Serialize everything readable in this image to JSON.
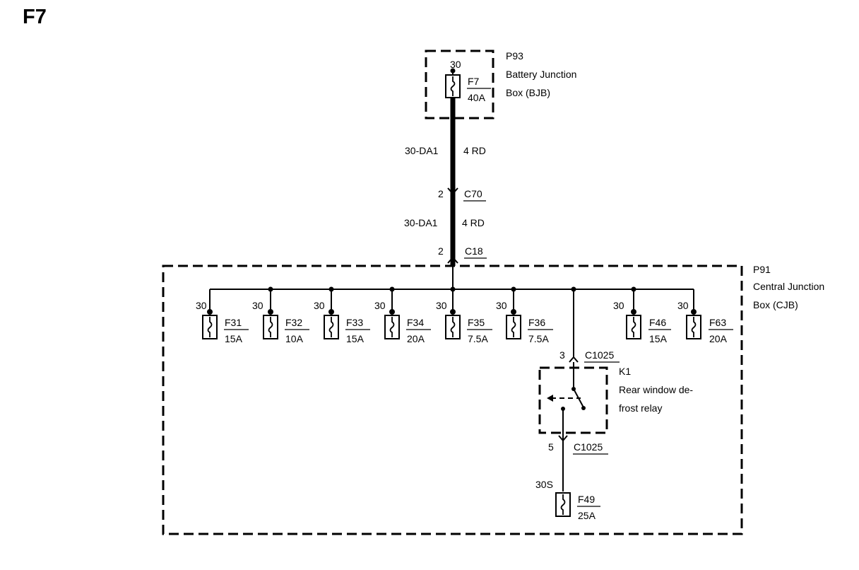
{
  "page_title": "F7",
  "bjb": {
    "connector": "P93",
    "name_line1": "Battery Junction",
    "name_line2": "Box (BJB)",
    "fuse": {
      "pin": "30",
      "id": "F7",
      "rating": "40A"
    }
  },
  "wire_upper": {
    "circuit": "30-DA1",
    "spec": "4 RD"
  },
  "connector_c70": {
    "pin": "2",
    "id": "C70"
  },
  "wire_lower": {
    "circuit": "30-DA1",
    "spec": "4 RD"
  },
  "connector_c18": {
    "pin": "2",
    "id": "C18"
  },
  "cjb": {
    "connector": "P91",
    "name_line1": "Central Junction",
    "name_line2": "Box (CJB)"
  },
  "fuses": [
    {
      "pin": "30",
      "id": "F31",
      "rating": "15A"
    },
    {
      "pin": "30",
      "id": "F32",
      "rating": "10A"
    },
    {
      "pin": "30",
      "id": "F33",
      "rating": "15A"
    },
    {
      "pin": "30",
      "id": "F34",
      "rating": "20A"
    },
    {
      "pin": "30",
      "id": "F35",
      "rating": "7.5A"
    },
    {
      "pin": "30",
      "id": "F36",
      "rating": "7.5A"
    },
    {
      "pin": "30",
      "id": "F46",
      "rating": "15A"
    },
    {
      "pin": "30",
      "id": "F63",
      "rating": "20A"
    }
  ],
  "relay": {
    "id": "K1",
    "name_line1": "Rear window de-",
    "name_line2": "frost relay",
    "pin_in": "3",
    "conn_in": "C1025",
    "pin_out": "5",
    "conn_out": "C1025"
  },
  "fuse_f49": {
    "pin": "30S",
    "id": "F49",
    "rating": "25A"
  }
}
